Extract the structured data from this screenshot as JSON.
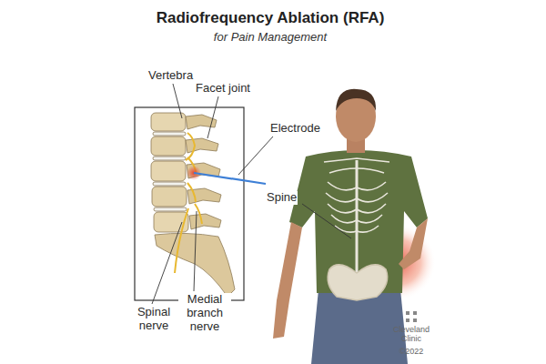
{
  "diagram": {
    "title": "Radiofrequency Ablation (RFA)",
    "labels": [
      "for Pain Management",
      "Vertebra",
      "Facet joint",
      "Electrode",
      "Spinal nerve",
      "Medial branch nerve",
      "Spine",
      "Cleveland Clinic",
      "©2022"
    ]
  }
}
